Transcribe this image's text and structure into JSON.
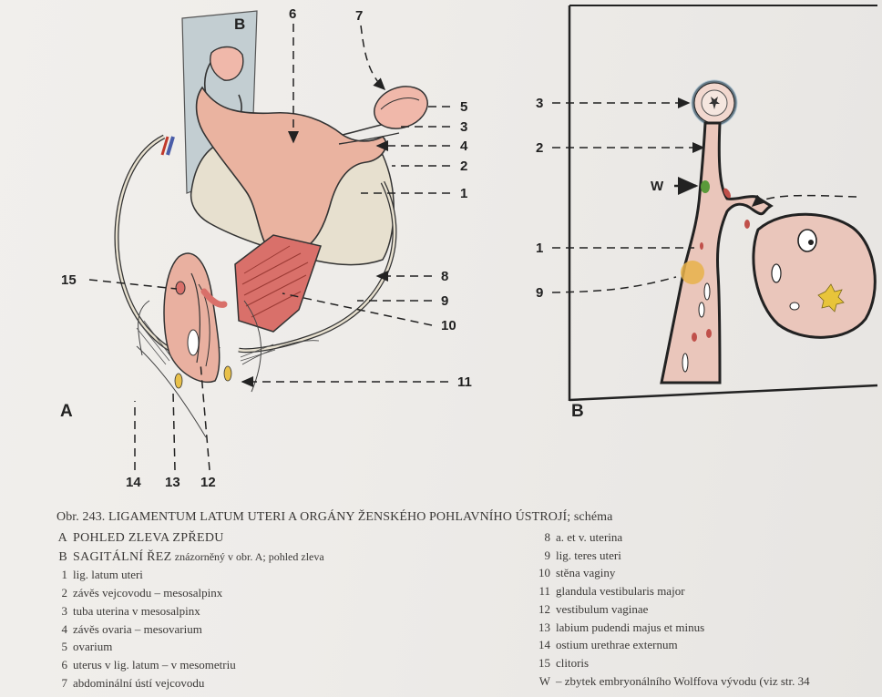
{
  "panels": {
    "a_letter": "A",
    "b_letter": "B",
    "plate_letter": "B"
  },
  "labels_a": {
    "n5": "5",
    "n3": "3",
    "n4": "4",
    "n2": "2",
    "n1": "1",
    "n6": "6",
    "n7": "7",
    "n8": "8",
    "n9": "9",
    "n10": "10",
    "n11": "11",
    "n15": "15",
    "n14": "14",
    "n13": "13",
    "n12": "12"
  },
  "labels_b": {
    "n3": "3",
    "n2": "2",
    "w": "W",
    "n1": "1",
    "n9": "9"
  },
  "caption": {
    "title": "Obr. 243.  LIGAMENTUM LATUM UTERI A ORGÁNY ŽENSKÉHO POHLAVNÍHO ÚSTROJÍ; schéma",
    "view_a": {
      "letter": "A",
      "text": "POHLED ZLEVA ZPŘEDU"
    },
    "view_b": {
      "letter": "B",
      "text": "SAGITÁLNÍ ŘEZ",
      "suffix": "znázorněný v obr. A; pohled zleva"
    },
    "left_items": [
      {
        "num": "1",
        "text": "lig. latum uteri"
      },
      {
        "num": "2",
        "text": "závěs vejcovodu – mesosalpinx"
      },
      {
        "num": "3",
        "text": "tuba uterina v mesosalpinx"
      },
      {
        "num": "4",
        "text": "závěs ovaria – mesovarium"
      },
      {
        "num": "5",
        "text": "ovarium"
      },
      {
        "num": "6",
        "text": "uterus v lig. latum – v mesometriu"
      },
      {
        "num": "7",
        "text": "abdominální ústí vejcovodu"
      }
    ],
    "right_items": [
      {
        "num": "8",
        "text": "a. et v. uterina"
      },
      {
        "num": "9",
        "text": "lig. teres uteri"
      },
      {
        "num": "10",
        "text": "stěna vaginy"
      },
      {
        "num": "11",
        "text": "glandula vestibularis major"
      },
      {
        "num": "12",
        "text": "vestibulum vaginae"
      },
      {
        "num": "13",
        "text": "labium pudendi majus et minus"
      },
      {
        "num": "14",
        "text": "ostium urethrae externum"
      },
      {
        "num": "15",
        "text": "clitoris"
      },
      {
        "num": "W",
        "text": "– zbytek embryonálního Wolffova vývodu (viz str. 34"
      }
    ]
  },
  "colors": {
    "uterus": "#eab3a0",
    "ligament": "#e7e0cf",
    "ovary": "#f0b8aa",
    "vagina_wall": "#d9706a",
    "plate": "#9eb3bd",
    "outline": "#2b2b2b"
  }
}
